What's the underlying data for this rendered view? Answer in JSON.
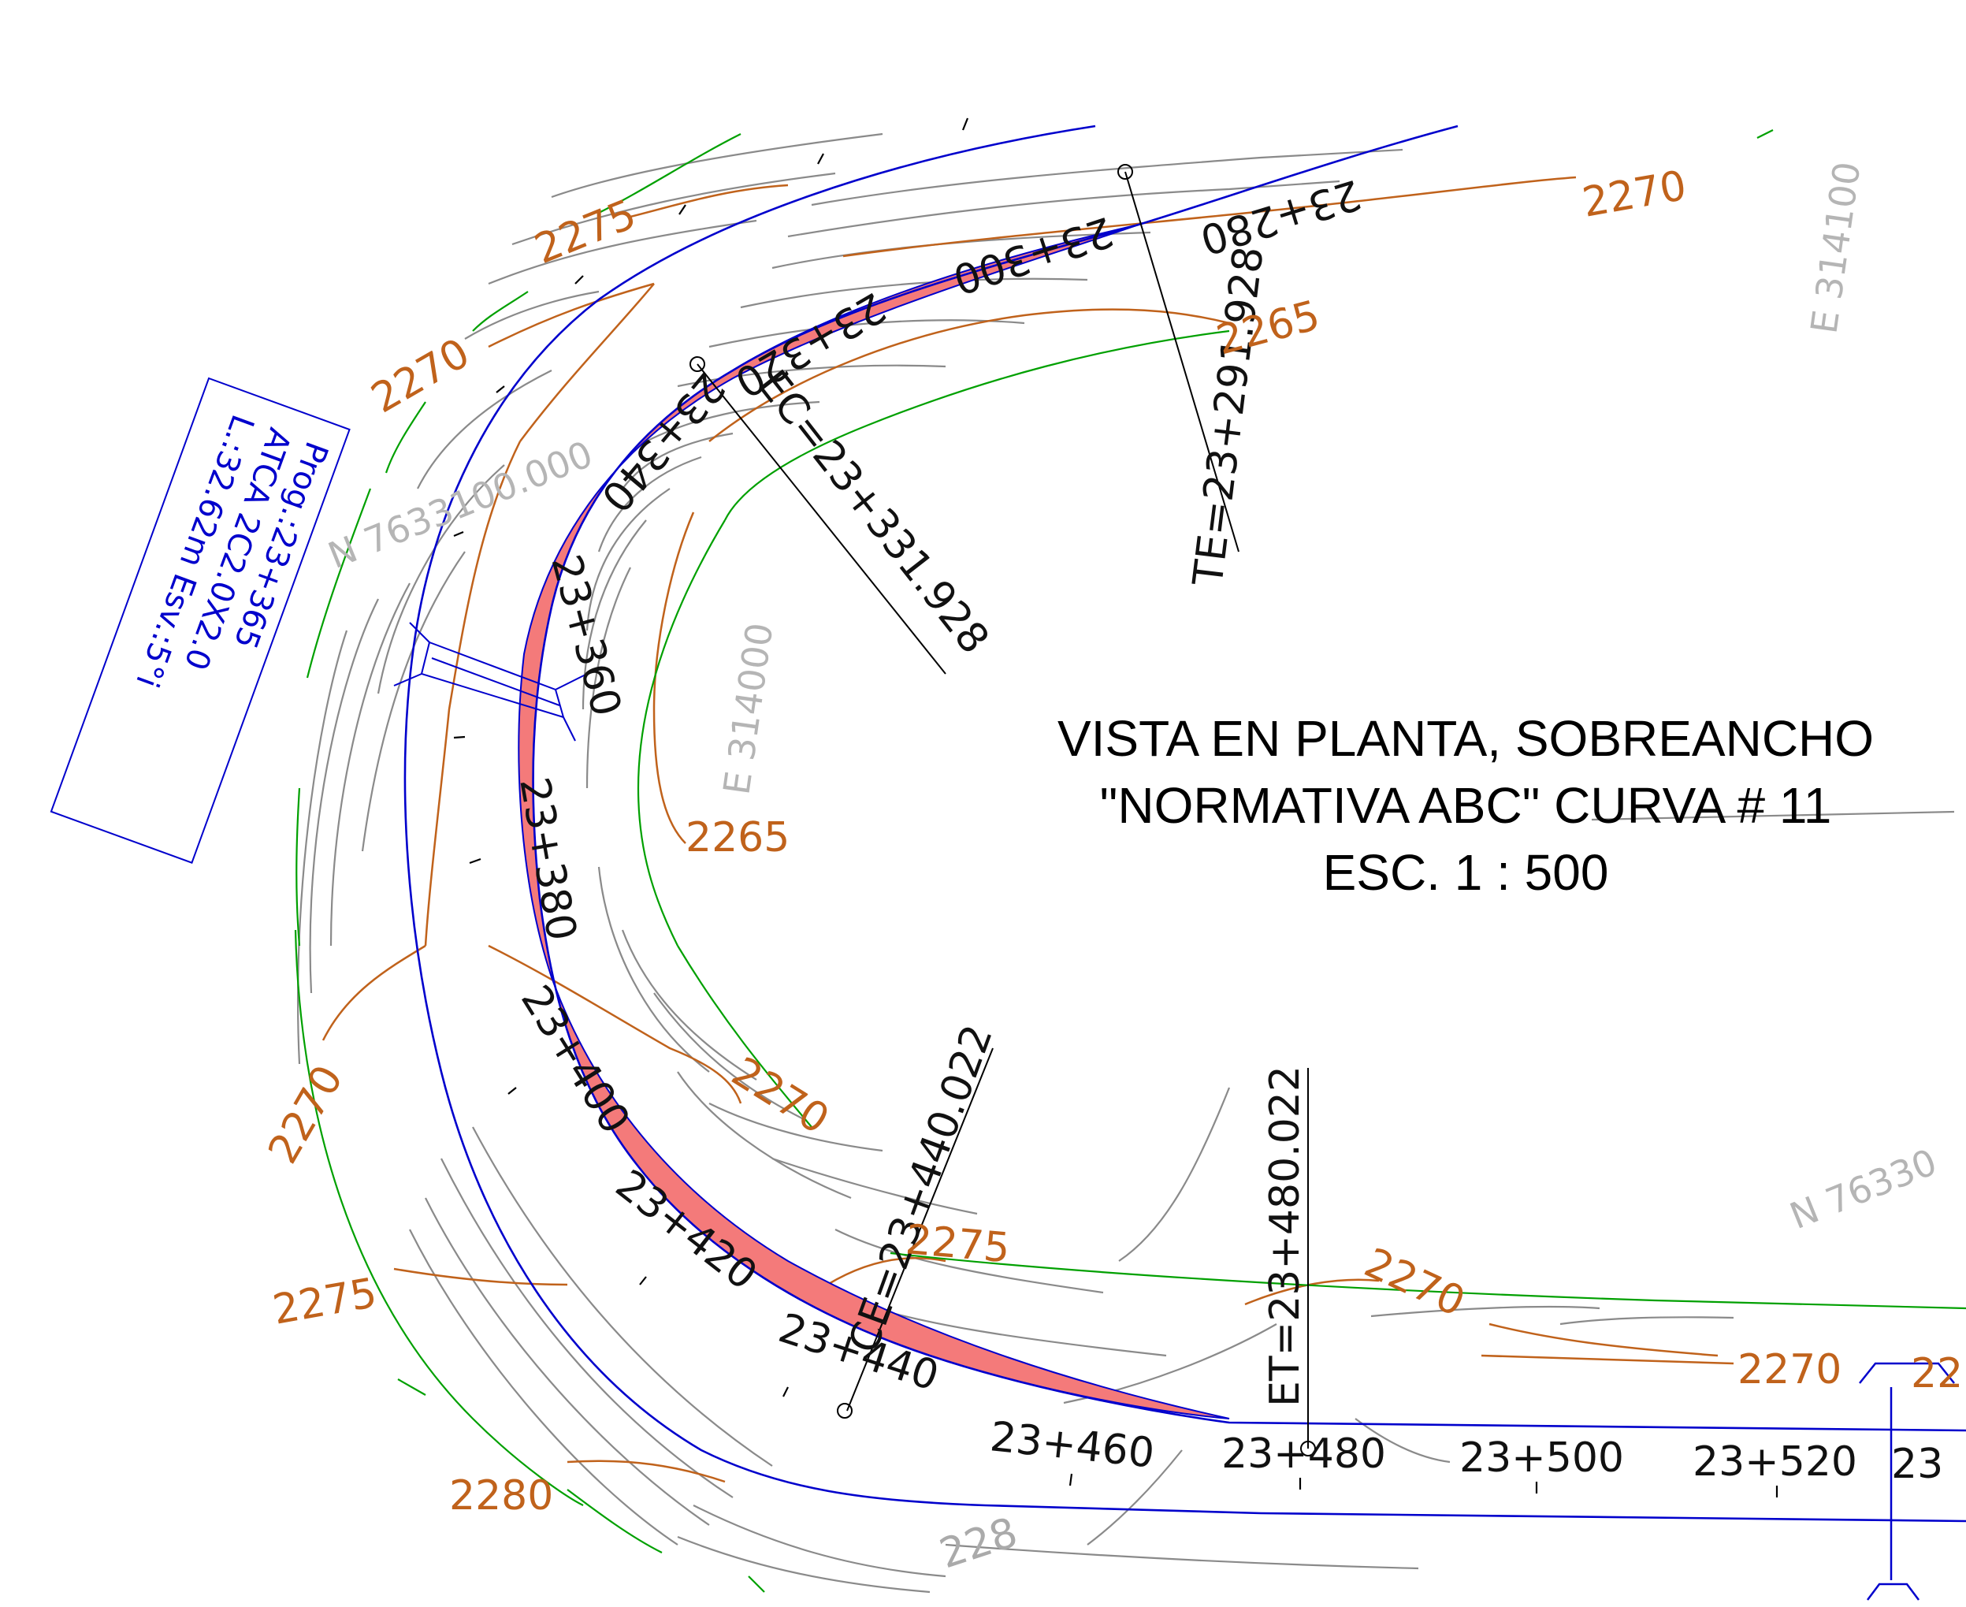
{
  "drawing": {
    "title_lines": [
      "VISTA EN PLANTA, SOBREANCHO",
      "\"NORMATIVA ABC\"  CURVA # 11",
      "ESC. 1 : 500"
    ]
  },
  "culvert_note": {
    "lines": [
      "Prog.:23+365",
      "ATCA 2C2.0X2.0",
      "L.:32.62m Esv.:5°i"
    ]
  },
  "stations": [
    "23+280",
    "23+300",
    "23+320",
    "23+340",
    "23+360",
    "23+380",
    "23+400",
    "23+420",
    "23+440",
    "23+460",
    "23+480",
    "23+500",
    "23+520",
    "23"
  ],
  "curve_points": {
    "te": "TE=23+291.928",
    "ec": "EC=23+331.928",
    "ce": "CE=23+440.022",
    "et": "ET=23+480.022"
  },
  "contours": {
    "top_2275": "2275",
    "top_2270_left": "2270",
    "top_2270_right": "2270",
    "inner_2265_top": "2265",
    "inner_2265_mid": "2265",
    "mid_2270": "2270",
    "left_2270": "2270",
    "left_2275": "2275",
    "bottom_2280": "2280",
    "inner_2275": "2275",
    "right_2270_a": "2270",
    "right_2270_b": "2270",
    "right_cut": "22",
    "bottom_cut": "228"
  },
  "grid_coords": {
    "n_top": "N 7633100.000",
    "e_mid": "E 314000",
    "e_top_right": "E 314100",
    "n_right": "N 76330"
  },
  "colors": {
    "alignment": "#0000cc",
    "widening": "#f47a7a",
    "contour_index": "#c0621b",
    "contour_minor": "#8a8a8a",
    "contour_green": "#00a000",
    "text": "#000000"
  }
}
